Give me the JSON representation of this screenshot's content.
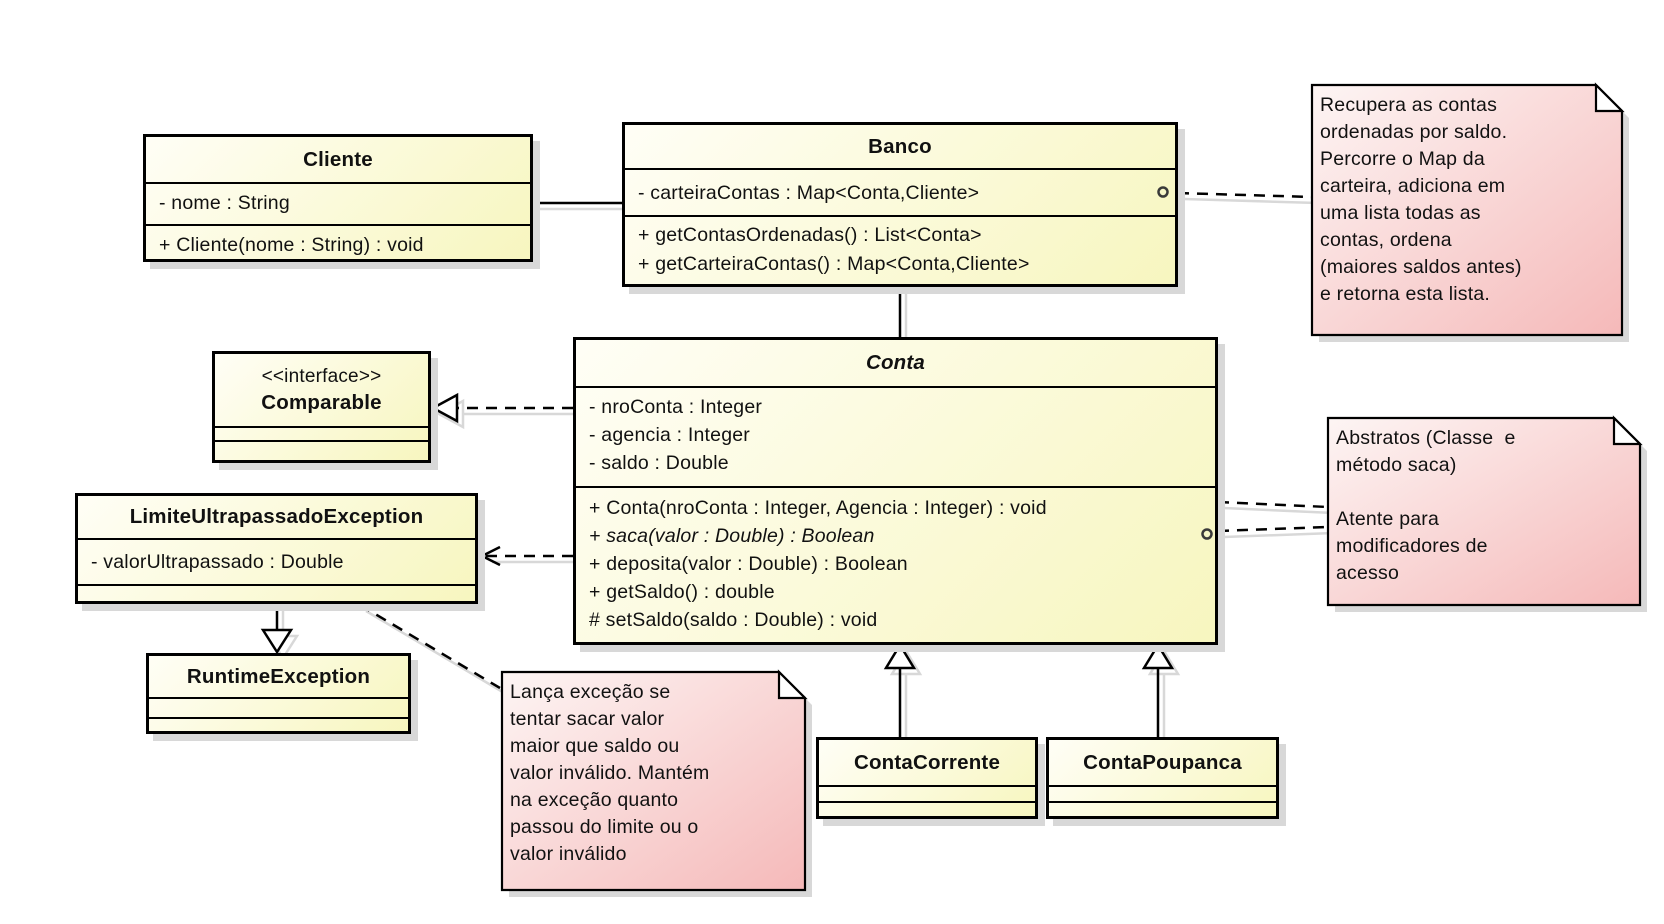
{
  "colors": {
    "class_fill_start": "#fffef6",
    "class_fill_end": "#f7f6bf",
    "note_fill_start": "#fdf5f4",
    "note_fill_end": "#f5b9b9",
    "line": "#000000",
    "shadow": "#d8d8d8"
  },
  "classes": {
    "cliente": {
      "name": "Cliente",
      "attributes": [
        "- nome : String"
      ],
      "methods": [
        "+ Cliente(nome : String) : void"
      ]
    },
    "banco": {
      "name": "Banco",
      "attributes": [
        "- carteiraContas : Map<Conta,Cliente>"
      ],
      "methods": [
        "+ getContasOrdenadas() : List<Conta>",
        "+ getCarteiraContas() : Map<Conta,Cliente>"
      ]
    },
    "conta": {
      "name": "Conta",
      "attributes": [
        "- nroConta : Integer",
        "- agencia : Integer",
        "- saldo : Double"
      ],
      "methods": [
        "+ Conta(nroConta : Integer, Agencia : Integer) : void",
        "+ saca(valor : Double) : Boolean",
        "+ deposita(valor : Double) : Boolean",
        "+ getSaldo() : double",
        "# setSaldo(saldo : Double) : void"
      ]
    },
    "comparable": {
      "stereotype": "<<interface>>",
      "name": "Comparable"
    },
    "limite": {
      "name": "LimiteUltrapassadoException",
      "attributes": [
        "- valorUltrapassado : Double"
      ]
    },
    "runtime": {
      "name": "RuntimeException"
    },
    "contaCorrente": {
      "name": "ContaCorrente"
    },
    "contaPoupanca": {
      "name": "ContaPoupanca"
    }
  },
  "notes": {
    "recupera": {
      "lines": [
        "Recupera as contas",
        "ordenadas por saldo.",
        "Percorre o Map da",
        "carteira, adiciona em",
        "uma lista todas as",
        "contas, ordena",
        "(maiores saldos antes)",
        "e retorna esta lista."
      ]
    },
    "abstratos": {
      "lines": [
        "Abstratos (Classe  e",
        "método saca)",
        "",
        "Atente para",
        "modificadores de",
        "acesso"
      ]
    },
    "lanca": {
      "lines": [
        "Lança exceção se",
        "tentar sacar valor",
        "maior que saldo ou",
        "valor inválido. Mantém",
        "na exceção quanto",
        "passou do limite ou o",
        "valor inválido"
      ]
    }
  }
}
